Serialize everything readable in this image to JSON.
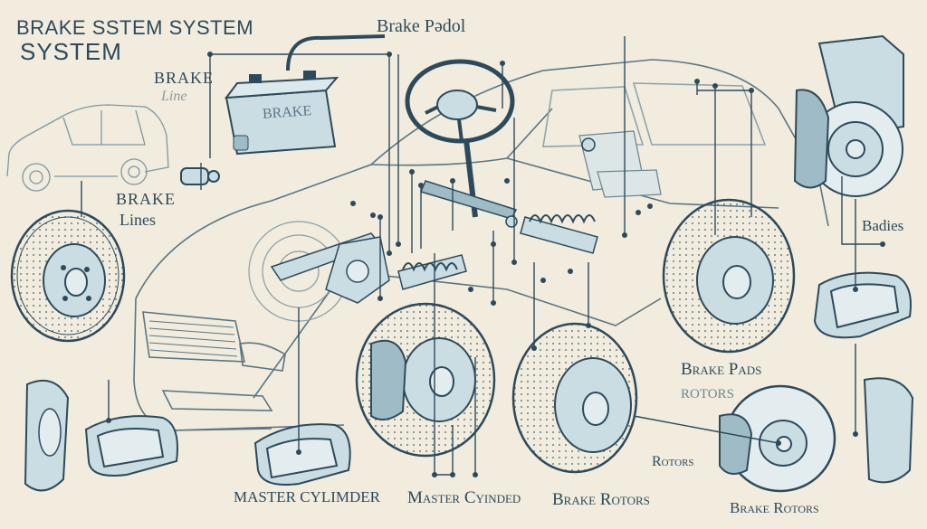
{
  "labels": {
    "title_line1": "BRAKE SSTEM SYSTEM",
    "title_line2": "SYSTEM",
    "brake_pedal": "Brake Pədol",
    "brake_line_1": "BRAKE",
    "brake_line_2": "Line",
    "brake_lines_1": "BRAKE",
    "brake_lines_2": "Lines",
    "battery_text": "BRAKE",
    "badges": "Badies",
    "brake_pads": "Brake Pads",
    "rotors_right": "ROTORS",
    "rotors_mid": "Rotors",
    "master_cylinder_1": "MASTER CYLIMDER",
    "master_cylinder_2": "Master Cyinded",
    "brake_rotors_1": "Brake Rotors",
    "brake_rotors_2": "Brake Rotors"
  },
  "colors": {
    "background": "#f1ecdd",
    "ink": "#2d4a5c",
    "line": "#3d5b6c",
    "fill_blue": "#c9dde3",
    "fill_light": "#e3edef"
  }
}
